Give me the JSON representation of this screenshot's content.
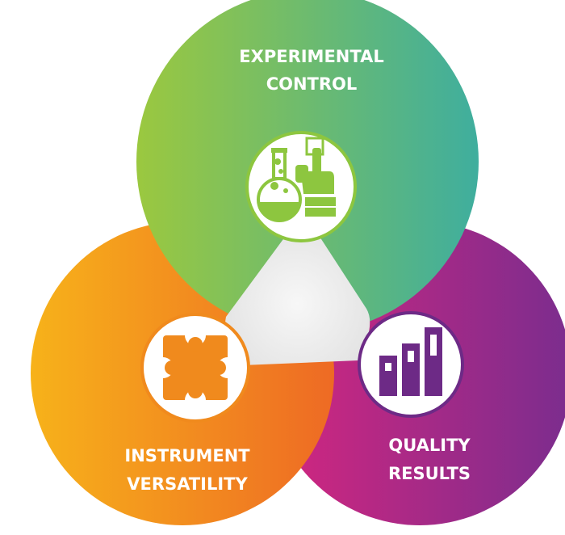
{
  "diagram": {
    "circles": [
      {
        "id": "experimental-control",
        "label_lines": [
          "EXPERIMENTAL",
          "CONTROL"
        ],
        "gradient": [
          "#9bc83f",
          "#3fae9e"
        ],
        "icon": "flask-and-hand-icon",
        "icon_color": "#8dc63f"
      },
      {
        "id": "instrument-versatility",
        "label_lines": [
          "INSTRUMENT",
          "VERSATILITY"
        ],
        "gradient": [
          "#f7b21a",
          "#ee6a24"
        ],
        "icon": "puzzle-piece-icon",
        "icon_color": "#f08a1d"
      },
      {
        "id": "quality-results",
        "label_lines": [
          "QUALITY",
          "RESULTS"
        ],
        "gradient": [
          "#d4267f",
          "#7b2d8e"
        ],
        "icon": "bar-chart-icon",
        "icon_color": "#6d2a86"
      }
    ],
    "center_triangle_color": "#eeeeee"
  }
}
